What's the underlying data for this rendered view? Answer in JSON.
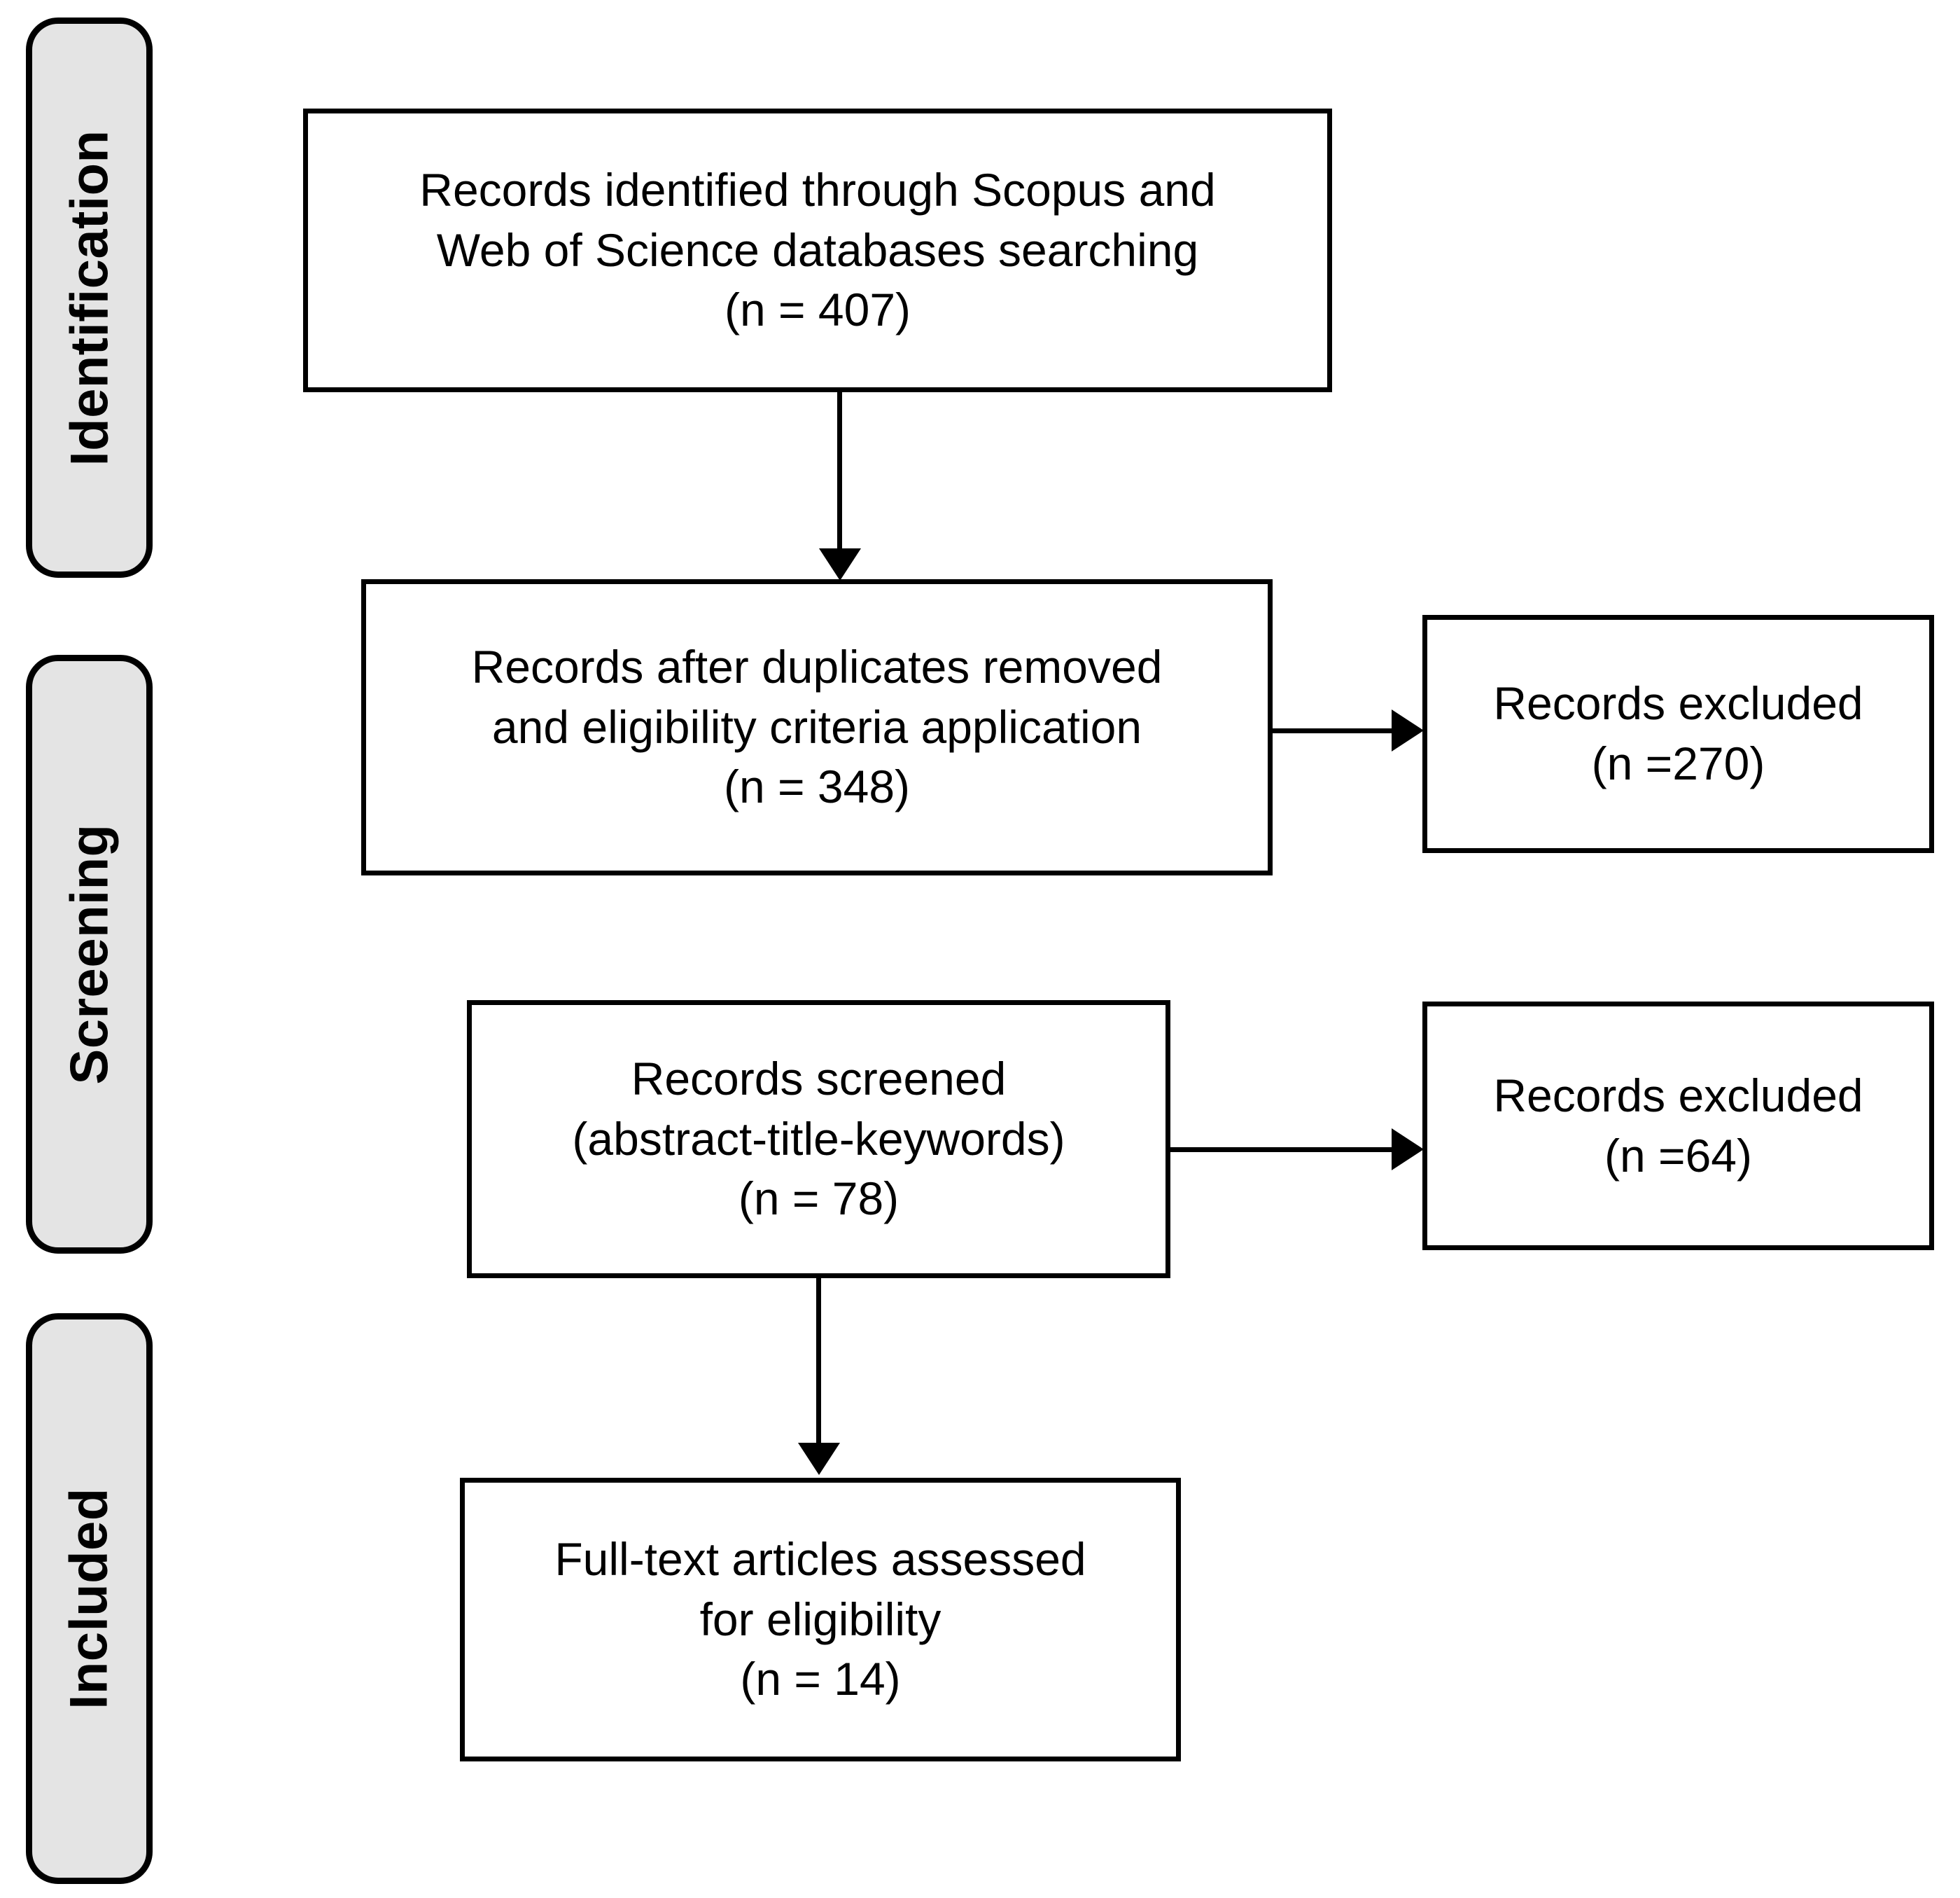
{
  "diagram": {
    "type": "prisma-flow-diagram",
    "background_color": "#ffffff",
    "line_color": "#000000",
    "phase_tab_fill": "#e4e4e4"
  },
  "phases": [
    {
      "id": "identification",
      "label": "Identification"
    },
    {
      "id": "screening",
      "label": "Screening"
    },
    {
      "id": "included",
      "label": "Included"
    }
  ],
  "boxes": {
    "identified": {
      "id": "records-identified",
      "lines": [
        "Records identified through Scopus and",
        "Web of Science databases searching",
        "(n = 407)"
      ],
      "count": 407
    },
    "after_duplicates": {
      "id": "records-after-duplicates",
      "lines": [
        "Records after duplicates removed",
        "and eligibility criteria application",
        "(n = 348)"
      ],
      "count": 348
    },
    "excluded_first": {
      "id": "records-excluded-first",
      "lines": [
        "Records excluded",
        "(n =270)"
      ],
      "count": 270
    },
    "screened": {
      "id": "records-screened",
      "lines": [
        "Records screened",
        "(abstract-title-keywords)",
        "(n = 78)"
      ],
      "count": 78
    },
    "excluded_second": {
      "id": "records-excluded-second",
      "lines": [
        "Records excluded",
        "(n =64)"
      ],
      "count": 64
    },
    "full_text": {
      "id": "full-text-assessed",
      "lines": [
        "Full-text articles assessed",
        "for eligibility",
        "(n = 14)"
      ],
      "count": 14
    }
  },
  "connectors": [
    {
      "id": "identified-to-after-duplicates",
      "direction": "down"
    },
    {
      "id": "after-duplicates-to-excluded-first",
      "direction": "right"
    },
    {
      "id": "screened-to-excluded-second",
      "direction": "right"
    },
    {
      "id": "screened-to-full-text",
      "direction": "down"
    }
  ]
}
